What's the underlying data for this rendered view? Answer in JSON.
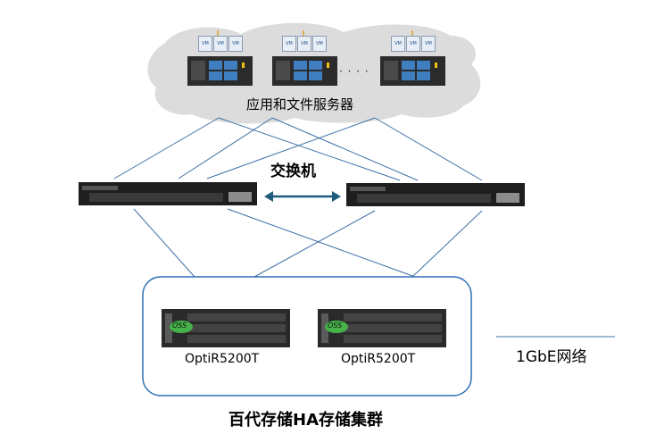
{
  "app_servers_label": "应用和文件服务器",
  "vm_badge": "VM",
  "ellipsis": "· · · ·",
  "switch_label": "交换机",
  "storage_nodes": [
    {
      "name": "OptiR5200T",
      "badge": "OSS"
    },
    {
      "name": "OptiR5200T",
      "badge": "OSS"
    }
  ],
  "cluster_label": "百代存储HA存储集群",
  "legend_label": "1GbE网络",
  "colors": {
    "cloud": "#dcdcdc",
    "network_line": "#3d6fa6",
    "cluster_border": "#2f6fb5",
    "arrow": "#1f5b7a",
    "vm_box": "#e8eef6",
    "vm_text": "#1d4f8c",
    "oss_badge": "#46b34a"
  }
}
